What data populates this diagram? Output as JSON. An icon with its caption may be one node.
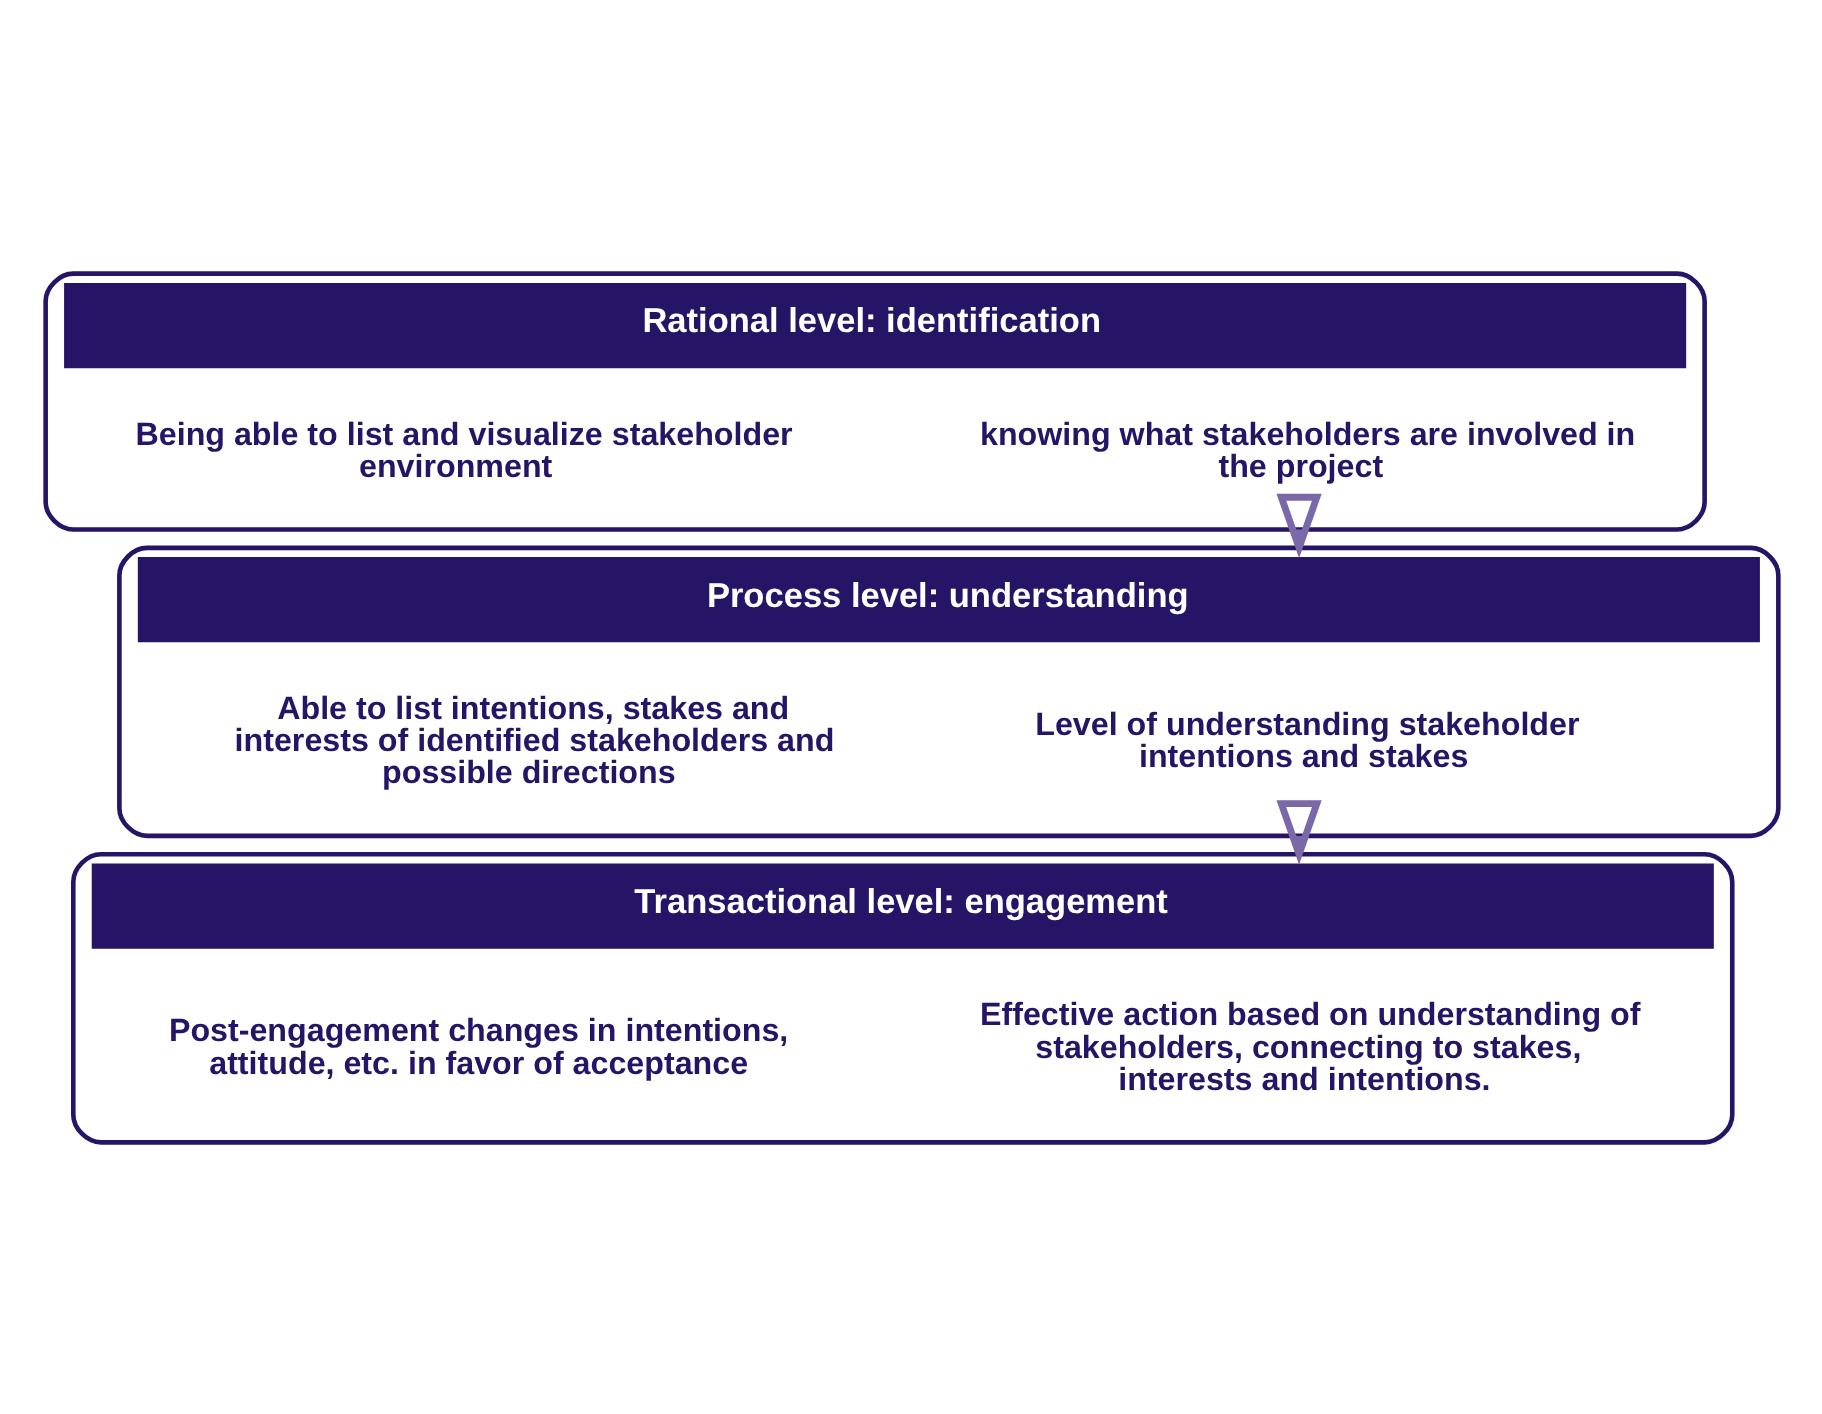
{
  "diagram": {
    "nodes": [
      {
        "text": [
          "Rational level: identification"
        ]
      },
      {
        "text": [
          "knowing what stakeholders are involved in the project"
        ],
        "in": 0
      },
      {
        "text": [
          "Being able to list and visualize stakeholder environment"
        ],
        "in": 0
      },
      {
        "text": [
          "Process level: understanding"
        ]
      },
      {
        "text": [
          "Level of understanding stakeholder intentions and stakes"
        ],
        "in": 3
      },
      {
        "text": [
          "Able to list intentions, stakes and interests of identified stakeholders and possible directions"
        ],
        "in": 3
      },
      {
        "text": [
          "Transactional level: engagement"
        ]
      },
      {
        "text": [
          "Effective action based on understanding of stakeholders, connecting to stakes, interests and intentions."
        ],
        "in": 6
      },
      {
        "text": [
          "Post-engagement changes in intentions, attitude, etc. in favor of acceptance"
        ],
        "in": 6
      }
    ],
    "edges": [
      {
        "from": 0,
        "to": 3,
        "arrow": "to"
      },
      {
        "from": 3,
        "to": 6,
        "arrow": "to"
      }
    ]
  }
}
